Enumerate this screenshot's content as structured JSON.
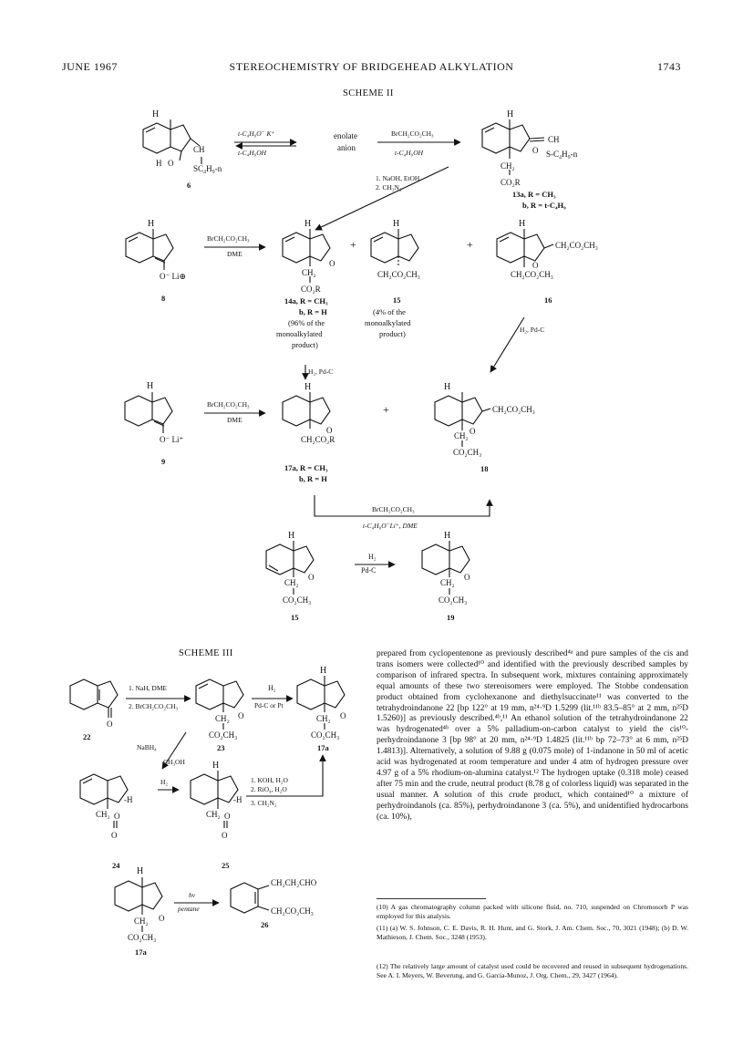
{
  "header": {
    "left": "JUNE 1967",
    "center": "STEREOCHEMISTRY OF BRIDGEHEAD ALKYLATION",
    "right": "1743"
  },
  "scheme2": {
    "title": "SCHEME II",
    "reagent_tBuOK": "t-C₄H₉O⁻ K⁺",
    "reagent_tBuOH": "t-C₄H₉OH",
    "enolate": "enolate",
    "anion": "anion",
    "reagent_bromoester": "BrCH₂CO₂CH₃",
    "reagent_naoh": "1. NaOH, EtOH",
    "reagent_ch2n2": "2. CH₂N₂",
    "reagent_dme": "DME",
    "reagent_h2pdc": "H₂, Pd-C",
    "reagent_tbuo_li_dme": "t-C₄H₉O⁻Li⁺, DME",
    "reagent_h2": "H₂",
    "reagent_pdc": "Pd-C",
    "label_6": "6",
    "label_8": "8",
    "label_9": "9",
    "label_13a": "13a, R = CH₃",
    "label_13b": "b, R = t-C₄H₉",
    "label_14a": "14a, R = CH₃",
    "label_14b": "b, R = H",
    "note_14_1": "(96% of the",
    "note_14_2": "monoalkylated",
    "note_14_3": "product)",
    "label_15": "15",
    "note_15_1": "(4% of the",
    "note_15_2": "monoalkylated",
    "note_15_3": "product)",
    "label_16": "16",
    "label_17a": "17a, R = CH₃",
    "label_17b": "b, R = H",
    "label_18": "18",
    "label_19": "19",
    "plus": "+"
  },
  "scheme3": {
    "title": "SCHEME III",
    "reagent_1": "1. NaH, DME",
    "reagent_2": "2. BrCH₂CO₂CH₃",
    "reagent_h2": "H₂",
    "reagent_pdc_pt": "Pd-C or Pt",
    "reagent_nabh4": "NaBH₄",
    "reagent_ch3oh": "CH₃OH",
    "reagent_koh": "1. KOH, H₂O",
    "reagent_rio4": "2. RiO₄, H₂O",
    "reagent_ch2n2": "3. CH₂N₂",
    "reagent_hv": "hν",
    "reagent_pentane": "pentane",
    "label_22": "22",
    "label_23": "23",
    "label_17a": "17a",
    "label_24": "24",
    "label_25": "25",
    "label_26": "26",
    "label_17a_b": "17a",
    "sub_chochain": "CH₂CH₂CHO",
    "sub_ester": "CH₂CO₂CH₃"
  },
  "body": {
    "paragraph": "prepared from cyclopentenone as previously described⁴ᵃ and pure samples of the cis and trans isomers were collected¹⁰ and identified with the previously described samples by comparison of infrared spectra. In subsequent work, mixtures containing approximately equal amounts of these two stereoisomers were employed. The Stobbe condensation product obtained from cyclohexanone and diethylsuccinate¹¹ was converted to the tetrahydroindanone 22 [bp 122° at 19 mm, n²⁴·⁹D 1.5299 (lit.¹¹ᵇ 83.5–85° at 2 mm, n²⁵D 1.5260)] as previously described.⁴ᵇ,¹¹ An ethanol solution of the tetrahydroindanone 22 was hydrogenated⁴ᵇ over a 5% palladium-on-carbon catalyst to yield the cis¹⁰-perhydroindanone 3 [bp 98° at 20 mm, n²⁴·⁹D 1.4825 (lit.¹¹ᵇ bp 72–73° at 6 mm, n²⁵D 1.4813)]. Alternatively, a solution of 9.88 g (0.075 mole) of 1-indanone in 50 ml of acetic acid was hydrogenated at room temperature and under 4 atm of hydrogen pressure over 4.97 g of a 5% rhodium-on-alumina catalyst.¹² The hydrogen uptake (0.318 mole) ceased after 75 min and the crude, neutral product (8.78 g of colorless liquid) was separated in the usual manner. A solution of this crude product, which contained¹⁰ a mixture of perhydroindanols (ca. 85%), perhydroindanone 3 (ca. 5%), and unidentified hydrocarbons (ca. 10%),"
  },
  "footnotes": {
    "fn10": "(10) A gas chromatography column packed with silicone fluid, no. 710, suspended on Chromosorb P was employed for this analysis.",
    "fn11": "(11) (a) W. S. Johnson, C. E. Davis, R. H. Hunt, and G. Stork, J. Am. Chem. Soc., 70, 3021 (1948); (b) D. W. Mathieson, J. Chem. Soc., 3248 (1953).",
    "fn12": "(12) The relatively large amount of catalyst used could be recovered and reused in subsequent hydrogenations. See A. I. Meyers, W. Beverung, and G. Garcia-Munoz, J. Org. Chem., 29, 3427 (1964)."
  }
}
